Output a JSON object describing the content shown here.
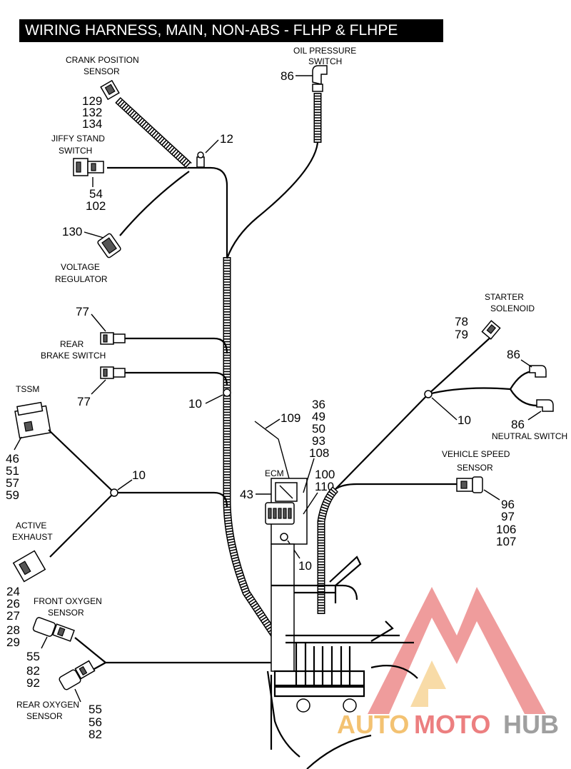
{
  "title": "WIRING HARNESS, MAIN, NON-ABS - FLHP & FLHPE",
  "components": {
    "oil_pressure_switch": {
      "label1": "OIL PRESSURE",
      "label2": "SWITCH",
      "refs": [
        "86"
      ]
    },
    "crank_position_sensor": {
      "label1": "CRANK POSITION",
      "label2": "SENSOR",
      "refs": [
        "129",
        "132",
        "134"
      ]
    },
    "clip_top": {
      "refs": [
        "12"
      ]
    },
    "jiffy_stand_switch": {
      "label1": "JIFFY STAND",
      "label2": "SWITCH",
      "refs": [
        "54",
        "102"
      ]
    },
    "voltage_regulator": {
      "label1": "VOLTAGE",
      "label2": "REGULATOR",
      "refs": [
        "130"
      ]
    },
    "rear_brake_switch": {
      "label1": "REAR",
      "label2": "BRAKE SWITCH",
      "refs_top": [
        "77"
      ],
      "refs_bottom": [
        "77"
      ]
    },
    "clip_mid": {
      "refs": [
        "10"
      ]
    },
    "tssm": {
      "label1": "TSSM",
      "refs": [
        "46",
        "51",
        "57",
        "59"
      ]
    },
    "clip_left": {
      "refs": [
        "10"
      ]
    },
    "active_exhaust": {
      "label1": "ACTIVE",
      "label2": "EXHAUST",
      "refs": [
        "24",
        "26",
        "27",
        "28",
        "29"
      ]
    },
    "front_oxygen_sensor": {
      "label1": "FRONT OXYGEN",
      "label2": "SENSOR",
      "refs": [
        "55",
        "82",
        "92"
      ]
    },
    "rear_oxygen_sensor": {
      "label1": "REAR OXYGEN",
      "label2": "SENSOR",
      "refs": [
        "55",
        "56",
        "82"
      ]
    },
    "ecm": {
      "label1": "ECM",
      "refs_left": [
        "43"
      ],
      "refs_strap": [
        "109"
      ],
      "refs_right": [
        "36",
        "49",
        "50",
        "93",
        "108"
      ],
      "refs_conn": [
        "100",
        "110"
      ],
      "refs_clip": [
        "10"
      ]
    },
    "starter_solenoid": {
      "label1": "STARTER",
      "label2": "SOLENOID",
      "refs": [
        "78",
        "79"
      ]
    },
    "neutral_switch": {
      "label1": "NEUTRAL SWITCH",
      "refs_top": [
        "86"
      ],
      "refs_bottom": [
        "86"
      ]
    },
    "clip_right": {
      "refs": [
        "10"
      ]
    },
    "vehicle_speed_sensor": {
      "label1": "VEHICLE SPEED",
      "label2": "SENSOR",
      "refs": [
        "96",
        "97",
        "106",
        "107"
      ]
    }
  },
  "watermark": {
    "part1": "AUTO",
    "part2": "MOTO",
    "part3": "HUB"
  },
  "colors": {
    "ink": "#000000",
    "watermark_red": "#e9696a",
    "watermark_orange": "#f2b85a",
    "watermark_gray": "#8f8f8f"
  }
}
